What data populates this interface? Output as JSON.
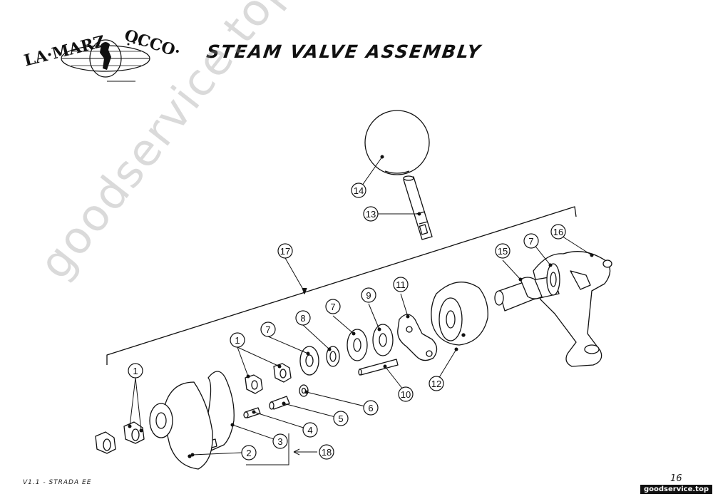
{
  "brand": {
    "logo_text": "LA·MARZOCCO·"
  },
  "header": {
    "title": "STEAM VALVE ASSEMBLY"
  },
  "callouts": [
    "1",
    "1",
    "2",
    "3",
    "4",
    "5",
    "6",
    "7",
    "8",
    "7",
    "9",
    "11",
    "10",
    "12",
    "13",
    "14",
    "15",
    "7",
    "16",
    "17",
    "18"
  ],
  "footer": {
    "version": "V1.1 - STRADA EE",
    "page_number": "16"
  },
  "watermark": {
    "text": "goodservice.top"
  },
  "source_badge": {
    "text": "goodservice.top"
  }
}
